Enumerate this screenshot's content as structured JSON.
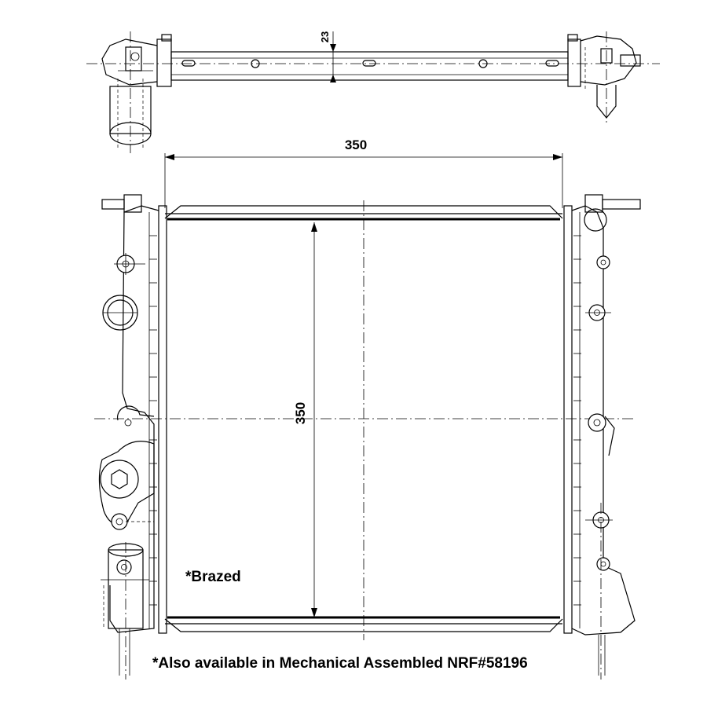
{
  "dimensions": {
    "top_depth": "23",
    "core_width": "350",
    "core_height": "350"
  },
  "notes": {
    "construction": "*Brazed",
    "availability": "*Also available in Mechanical Assembled NRF#58196"
  }
}
